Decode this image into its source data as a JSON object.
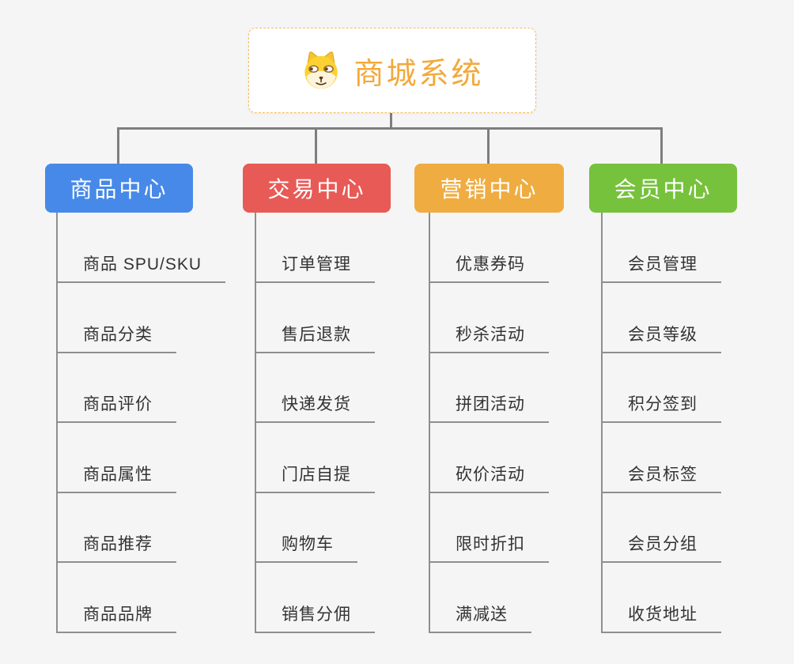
{
  "page": {
    "background_color": "#F5F5F5",
    "connector_color": "#7E7E7E",
    "line_color": "#8F8F8F"
  },
  "root": {
    "label": "商城系统",
    "icon": "dog-face-icon",
    "text_color": "#F2A93B",
    "border_color": "#F3BE62"
  },
  "branches": [
    {
      "label": "商品中心",
      "color": "#4789E8",
      "items": [
        "商品 SPU/SKU",
        "商品分类",
        "商品评价",
        "商品属性",
        "商品推荐",
        "商品品牌"
      ]
    },
    {
      "label": "交易中心",
      "color": "#E85A56",
      "items": [
        "订单管理",
        "售后退款",
        "快递发货",
        "门店自提",
        "购物车",
        "销售分佣"
      ]
    },
    {
      "label": "营销中心",
      "color": "#EFAC41",
      "items": [
        "优惠券码",
        "秒杀活动",
        "拼团活动",
        "砍价活动",
        "限时折扣",
        "满减送"
      ]
    },
    {
      "label": "会员中心",
      "color": "#77C23D",
      "items": [
        "会员管理",
        "会员等级",
        "积分签到",
        "会员标签",
        "会员分组",
        "收货地址"
      ]
    }
  ]
}
